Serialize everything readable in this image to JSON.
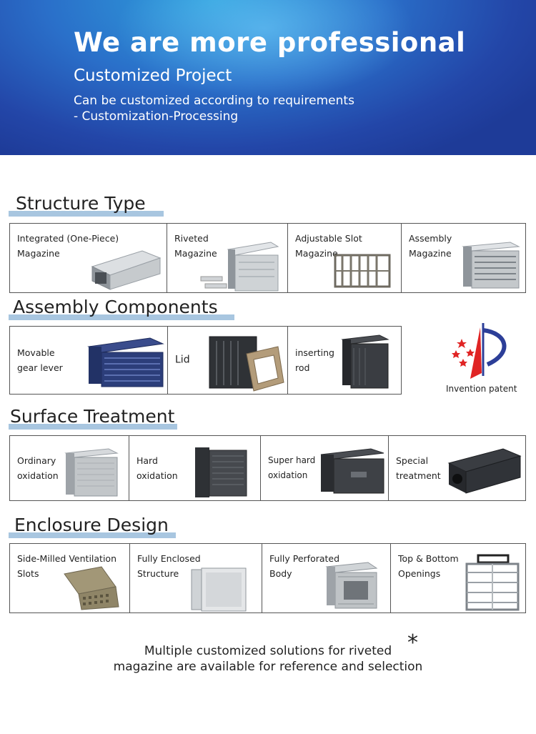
{
  "banner": {
    "title": "We are more professional",
    "subtitle": "Customized Project",
    "line1": "Can be customized according to requirements",
    "line2": "- Customization-Processing"
  },
  "sections": {
    "structure": {
      "title": "Structure Type",
      "items": [
        {
          "line1": "Integrated (One-Piece)",
          "line2": "Magazine"
        },
        {
          "line1": "Riveted",
          "line2": "Magazine"
        },
        {
          "line1": "Adjustable Slot",
          "line2": "Magazine"
        },
        {
          "line1": "Assembly",
          "line2": "Magazine"
        }
      ]
    },
    "assembly": {
      "title": "Assembly Components",
      "items": [
        {
          "line1": "Movable",
          "line2": "gear lever"
        },
        {
          "line1": "Lid",
          "line2": ""
        },
        {
          "line1": "inserting",
          "line2": "rod"
        }
      ],
      "patent_caption": "Invention patent"
    },
    "surface": {
      "title": "Surface Treatment",
      "items": [
        {
          "line1": "Ordinary",
          "line2": "oxidation"
        },
        {
          "line1": "Hard",
          "line2": "oxidation"
        },
        {
          "line1": "Super hard",
          "line2": "oxidation"
        },
        {
          "line1": "Special",
          "line2": "treatment"
        }
      ]
    },
    "enclosure": {
      "title": "Enclosure Design",
      "items": [
        {
          "line1": "Side-Milled Ventilation",
          "line2": "Slots"
        },
        {
          "line1": "Fully Enclosed",
          "line2": "Structure"
        },
        {
          "line1": "Fully Perforated",
          "line2": "Body"
        },
        {
          "line1": "Top & Bottom",
          "line2": "Openings"
        }
      ]
    }
  },
  "footer": {
    "line1": "Multiple customized solutions for riveted",
    "line2": "magazine are available for reference and selection",
    "mark": "*"
  },
  "colors": {
    "banner_dark": "#1e3b98",
    "banner_light": "#2fa0dc",
    "heading_underline": "#a8c6e0",
    "metal_silver": "#b8bcc0",
    "metal_dark": "#3a3d42",
    "anodized_blue": "#2c3e7a"
  }
}
